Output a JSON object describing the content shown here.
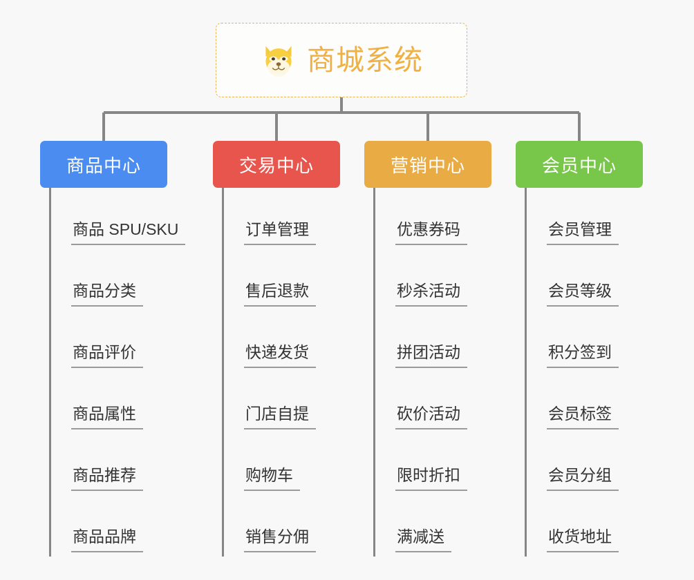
{
  "background_color": "#f8f8f8",
  "root": {
    "title": "商城系统",
    "icon": "shiba-dog-face-icon",
    "border_color": "#e8b44c",
    "text_color": "#f0b044"
  },
  "connector_color": "#868686",
  "categories": [
    {
      "label": "商品中心",
      "color": "#4a8cf0",
      "items": [
        "商品 SPU/SKU",
        "商品分类",
        "商品评价",
        "商品属性",
        "商品推荐",
        "商品品牌"
      ]
    },
    {
      "label": "交易中心",
      "color": "#e8554d",
      "items": [
        "订单管理",
        "售后退款",
        "快递发货",
        "门店自提",
        "购物车",
        "销售分佣"
      ]
    },
    {
      "label": "营销中心",
      "color": "#e9ab44",
      "items": [
        "优惠券码",
        "秒杀活动",
        "拼团活动",
        "砍价活动",
        "限时折扣",
        "满减送"
      ]
    },
    {
      "label": "会员中心",
      "color": "#79c74a",
      "items": [
        "会员管理",
        "会员等级",
        "积分签到",
        "会员标签",
        "会员分组",
        "收货地址"
      ]
    }
  ]
}
